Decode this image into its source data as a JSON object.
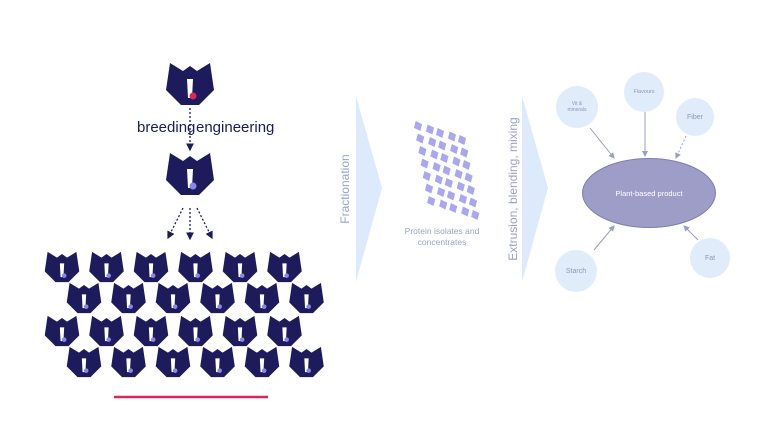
{
  "colors": {
    "navy": "#1e1b5c",
    "pink": "#e0245e",
    "lavender": "#8a86ea",
    "chevron": "#dceafb",
    "circle": "#e1ecfb",
    "product": "#9e9dc7"
  },
  "icons": {
    "plant": "plant-shape-icon",
    "protein": "protein-diamond-icon"
  },
  "labels": {
    "breeding": "breeding",
    "engineering": "engineering",
    "fractionation": "Fractionation",
    "protein_line1": "Protein isolates and",
    "protein_line2": "concentrates",
    "extrusion": "Extrusion, blending, mixing"
  },
  "ingredients": {
    "vit": [
      "Vit &",
      "minerals"
    ],
    "flavours": "Flavours",
    "fiber": "Fiber",
    "starch": "Starch",
    "fat": "Fat"
  },
  "product": "Plant-based product"
}
